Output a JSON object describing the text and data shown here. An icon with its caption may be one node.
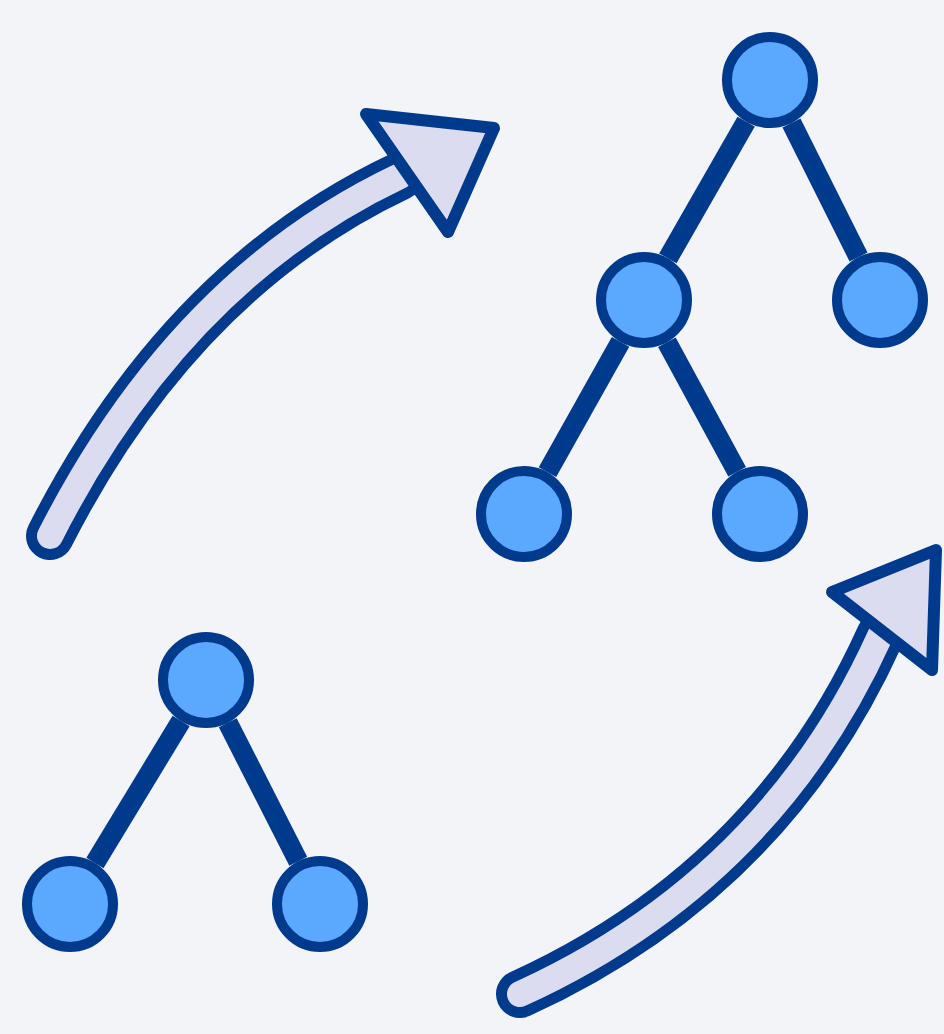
{
  "diagram": {
    "nodes": [
      {
        "text": [],
        "shape": "circle"
      },
      {
        "text": [],
        "shape": "circle"
      },
      {
        "text": [],
        "shape": "circle"
      },
      {
        "text": [],
        "shape": "circle"
      },
      {
        "text": [],
        "shape": "circle"
      },
      {
        "text": [],
        "shape": "circle"
      },
      {
        "text": [],
        "shape": "circle"
      },
      {
        "text": [],
        "shape": "circle"
      }
    ],
    "edges": [
      {
        "from": 0,
        "to": 1,
        "arrow": "none"
      },
      {
        "from": 0,
        "to": 2,
        "arrow": "none"
      },
      {
        "from": 1,
        "to": 3,
        "arrow": "none"
      },
      {
        "from": 1,
        "to": 4,
        "arrow": "none"
      },
      {
        "from": 5,
        "to": 6,
        "arrow": "none"
      },
      {
        "from": 5,
        "to": 7,
        "arrow": "none"
      }
    ]
  }
}
